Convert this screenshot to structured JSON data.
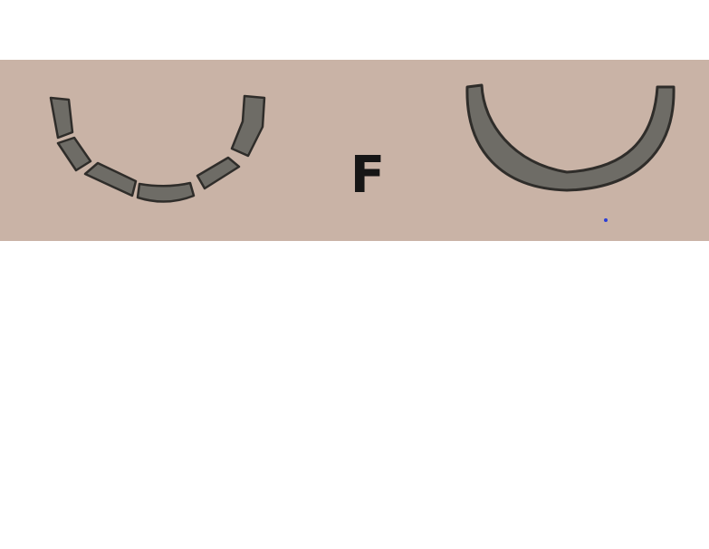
{
  "figure": {
    "label": "F"
  },
  "colors": {
    "band_background": "#c9b3a6",
    "page_background": "#ffffff",
    "arc_fill": "#6e6c66",
    "arc_outline": "#2f2d2a",
    "label_color": "#161616",
    "dot_color": "#2b3fd6"
  },
  "shapes": {
    "left": {
      "kind": "segmented-arc",
      "segment_count": 6
    },
    "right": {
      "kind": "continuous-arc"
    }
  }
}
